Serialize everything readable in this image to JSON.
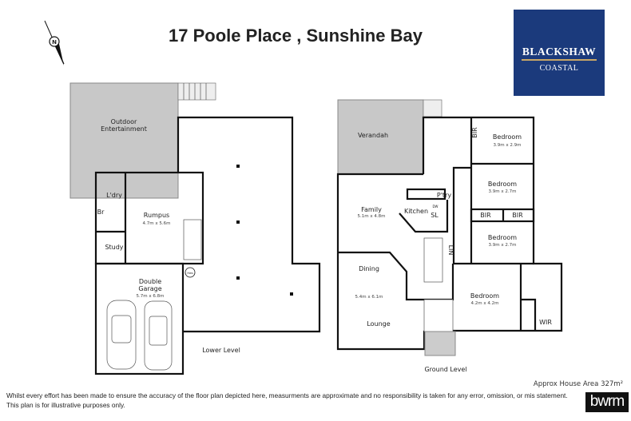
{
  "title": "17 Poole Place , Sunshine Bay",
  "logo": {
    "line1": "BLACKSHAW",
    "line2": "COASTAL",
    "bg_color": "#1b3a7c"
  },
  "compass": {
    "label": "N",
    "icon": "north-arrow-icon"
  },
  "lower_level": {
    "name": "Lower Level",
    "rooms": {
      "outdoor": "Outdoor",
      "entertainment": "Entertainment",
      "laundry": "L'dry",
      "bathroom": "Br",
      "rumpus": "Rumpus",
      "rumpus_dim": "4.7m x 5.6m",
      "study": "Study",
      "garage_1": "Double",
      "garage_2": "Garage",
      "garage_dim": "5.7m x 6.8m",
      "hws": "Hws"
    }
  },
  "ground_level": {
    "name": "Ground Level",
    "rooms": {
      "verandah": "Verandah",
      "bir1": "BIR",
      "bed1": "Bedroom",
      "bed1_dim": "3.9m x 2.9m",
      "bed2": "Bedroom",
      "bed2_dim": "3.9m x 2.7m",
      "bir2": "BIR",
      "bir3": "BIR",
      "bed3": "Bedroom",
      "bed3_dim": "3.9m x 2.7m",
      "family": "Family",
      "family_dim": "5.1m x 4.8m",
      "kitchen": "Kitchen",
      "pantry": "P'try",
      "dw": "DW",
      "sl": "SL",
      "linen": "LIN",
      "dining": "Dining",
      "lounge_dim": "5.4m x 6.1m",
      "lounge": "Lounge",
      "bed4": "Bedroom",
      "bed4_dim": "4.2m x 4.2m",
      "wir": "WIR"
    }
  },
  "footer": {
    "area": "Approx House Area 327m²",
    "disclaimer_1": "Whilst every effort has been made to ensure the accuracy of the floor plan depicted here, measurments are approximate and no responsibility is taken for any error, omission, or mis statement.",
    "disclaimer_2": "This plan is for illustrative purposes only.",
    "brand": "bwrm"
  }
}
